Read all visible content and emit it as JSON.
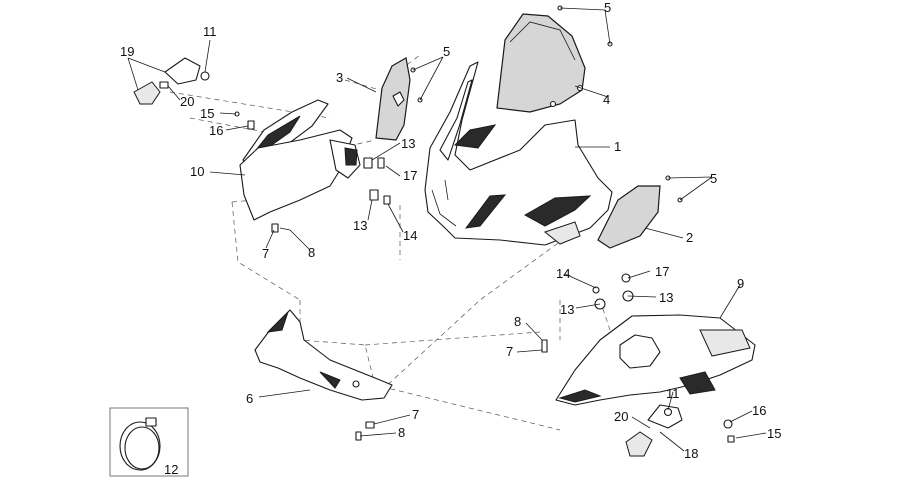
{
  "labels": {
    "l1": "1",
    "l2": "2",
    "l4": "4",
    "l6": "6",
    "l9": "9",
    "l10": "10",
    "l12": "12",
    "l3": "3",
    "l5a": "5",
    "l5b": "5",
    "l5c": "5",
    "l7a": "7",
    "l7b": "7",
    "l7c": "7",
    "l8a": "8",
    "l8b": "8",
    "l8c": "8",
    "l11a": "11",
    "l11b": "11",
    "l13a": "13",
    "l13b": "13",
    "l13c": "13",
    "l13d": "13",
    "l14a": "14",
    "l14b": "14",
    "l15a": "15",
    "l15b": "15",
    "l16a": "16",
    "l16b": "16",
    "l17a": "17",
    "l17b": "17",
    "l18": "18",
    "l19": "19",
    "l20a": "20",
    "l20b": "20"
  }
}
